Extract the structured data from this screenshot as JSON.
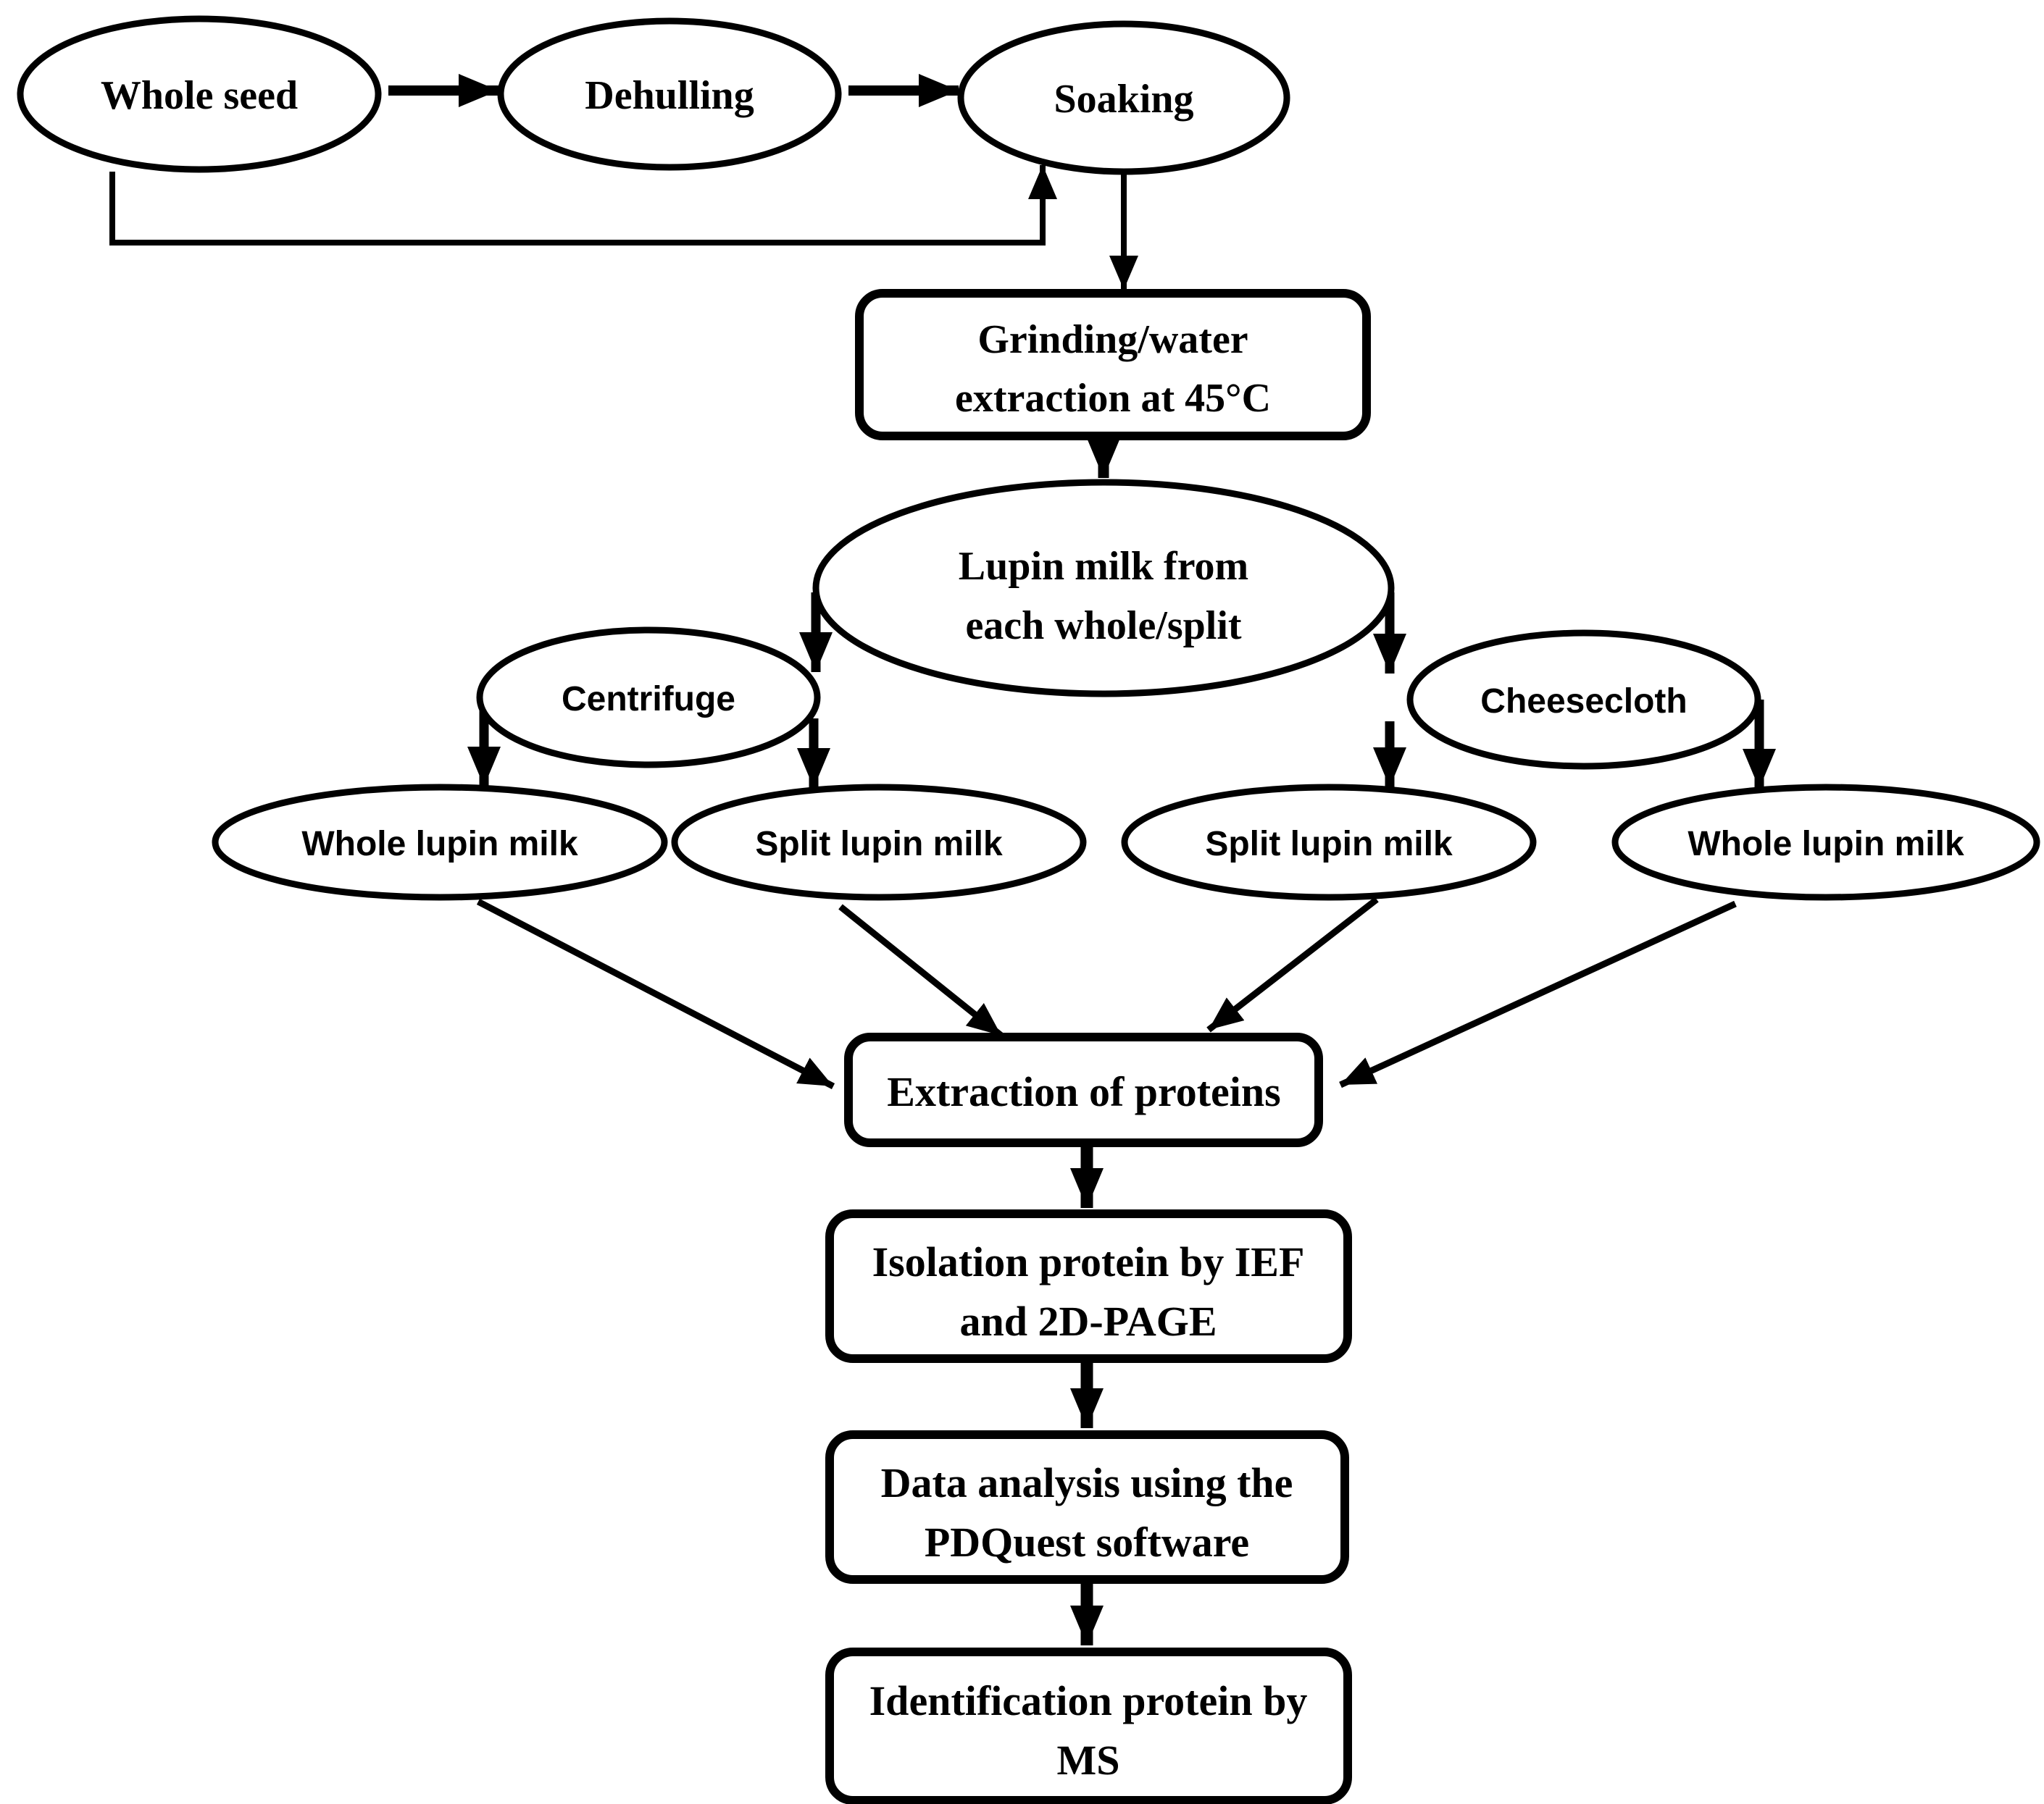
{
  "diagram": {
    "type": "flowchart",
    "background_color": "#ffffff",
    "line_color": "#000000",
    "nodes": {
      "whole_seed": {
        "label": "Whole seed"
      },
      "dehulling": {
        "label": "Dehulling"
      },
      "soaking": {
        "label": "Soaking"
      },
      "grinding": {
        "line1": "Grinding/water",
        "line2": "extraction at 45°C"
      },
      "lupin_milk": {
        "line1": "Lupin milk from",
        "line2": "each whole/split"
      },
      "centrifuge": {
        "label": "Centrifuge"
      },
      "cheesecloth": {
        "label": "Cheesecloth"
      },
      "whole_lupin_milk_left": {
        "label": "Whole lupin milk"
      },
      "split_lupin_milk_left": {
        "label": "Split lupin milk"
      },
      "split_lupin_milk_right": {
        "label": "Split lupin milk"
      },
      "whole_lupin_milk_right": {
        "label": "Whole lupin milk"
      },
      "extraction": {
        "label": "Extraction of proteins"
      },
      "isolation": {
        "line1": "Isolation protein by IEF",
        "line2": "and 2D-PAGE"
      },
      "data_analysis": {
        "line1": "Data analysis using the",
        "line2": "PDQuest software"
      },
      "identification": {
        "line1": "Identification protein by",
        "line2": "MS"
      }
    },
    "edges": [
      "whole-seed to dehulling",
      "dehulling to soaking",
      "whole-seed bypass to soaking",
      "soaking to grinding",
      "grinding to lupin-milk",
      "lupin-milk to centrifuge",
      "centrifuge to whole-lupin-milk-left",
      "centrifuge to split-lupin-milk-left",
      "lupin-milk to cheesecloth",
      "cheesecloth to split-lupin-milk-right",
      "cheesecloth to whole-lupin-milk-right",
      "whole-lupin-milk-left to extraction",
      "split-lupin-milk-left to extraction",
      "split-lupin-milk-right to extraction",
      "whole-lupin-milk-right to extraction",
      "extraction to isolation",
      "isolation to data-analysis",
      "data-analysis to identification"
    ]
  }
}
